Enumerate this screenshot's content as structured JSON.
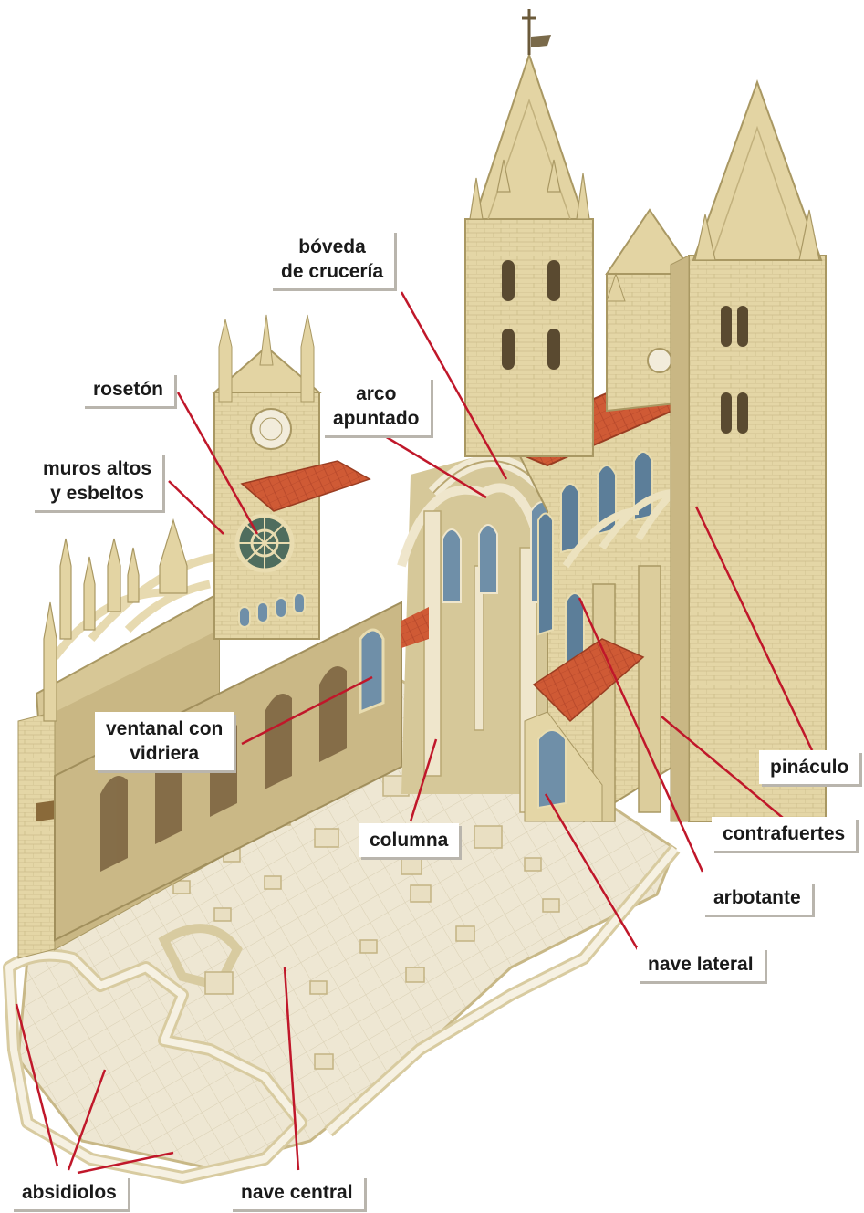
{
  "labels": {
    "boveda": [
      "bóveda",
      "de crucería"
    ],
    "roseton": "rosetón",
    "arco": [
      "arco",
      "apuntado"
    ],
    "muros": [
      "muros altos",
      "y esbeltos"
    ],
    "ventanal": [
      "ventanal con",
      "vidriera"
    ],
    "columna": "columna",
    "pinaculo": "pináculo",
    "contrafuertes": "contrafuertes",
    "arbotante": "arbotante",
    "nave_lateral": "nave lateral",
    "absidiolos": "absidiolos",
    "nave_central": "nave central"
  },
  "colors": {
    "leader_line": "#c0172a",
    "stone": "#e6d9ad",
    "stone_shadow": "#c8b887",
    "roof": "#cf5a35",
    "floor": "#eee7d3",
    "glass": "#6f8fa8",
    "label_shadow": "#b9b5ad"
  },
  "icons": [
    "cathedral-illustration"
  ]
}
